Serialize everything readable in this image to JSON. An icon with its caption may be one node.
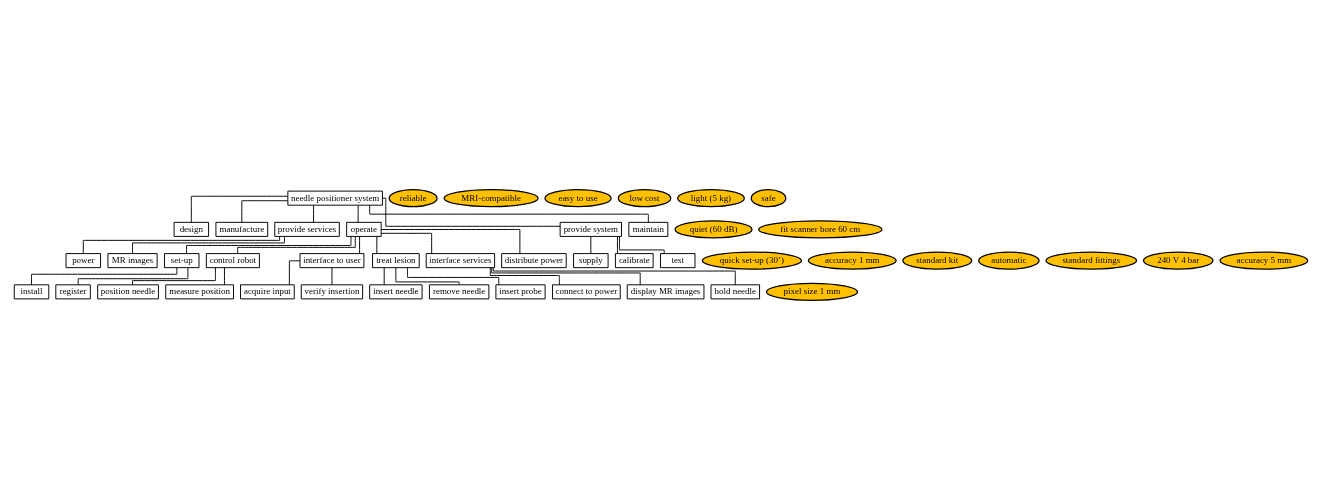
{
  "diagram": {
    "nodes": [
      {
        "text": [
          "needle positioner system"
        ]
      },
      {
        "text": [
          "reliable"
        ]
      },
      {
        "text": [
          "MRI-compatible"
        ]
      },
      {
        "text": [
          "easy to use"
        ]
      },
      {
        "text": [
          "low cost"
        ]
      },
      {
        "text": [
          "light (5 kg)"
        ]
      },
      {
        "text": [
          "safe"
        ]
      },
      {
        "text": [
          "design"
        ]
      },
      {
        "text": [
          "manufacture"
        ]
      },
      {
        "text": [
          "provide services"
        ]
      },
      {
        "text": [
          "operate"
        ]
      },
      {
        "text": [
          "provide system"
        ]
      },
      {
        "text": [
          "maintain"
        ]
      },
      {
        "text": [
          "power"
        ]
      },
      {
        "text": [
          "MR images"
        ]
      },
      {
        "text": [
          "supply"
        ]
      },
      {
        "text": [
          "quiet (60 dB)"
        ]
      },
      {
        "text": [
          "fit scanner bore 60 cm"
        ]
      },
      {
        "text": [
          "calibrate"
        ]
      },
      {
        "text": [
          "quick set-up (30’)"
        ]
      },
      {
        "text": [
          "accuracy 1 mm"
        ]
      },
      {
        "text": [
          "standard kit"
        ]
      },
      {
        "text": [
          "automatic"
        ]
      },
      {
        "text": [
          "standard fittings"
        ]
      },
      {
        "text": [
          "test"
        ]
      },
      {
        "text": [
          "240 V 4 bar"
        ]
      },
      {
        "text": [
          "set-up"
        ]
      },
      {
        "text": [
          "control robot"
        ]
      },
      {
        "text": [
          "interface to user"
        ]
      },
      {
        "text": [
          "treat lesion"
        ]
      },
      {
        "text": [
          "interface services"
        ]
      },
      {
        "text": [
          "distribute power"
        ]
      },
      {
        "text": [
          "accuracy 5 mm"
        ]
      },
      {
        "text": [
          "install"
        ]
      },
      {
        "text": [
          "register"
        ]
      },
      {
        "text": [
          "position needle"
        ]
      },
      {
        "text": [
          "measure position"
        ]
      },
      {
        "text": [
          "acquire input"
        ]
      },
      {
        "text": [
          "verify insertion"
        ]
      },
      {
        "text": [
          "insert needle"
        ]
      },
      {
        "text": [
          "remove needle"
        ]
      },
      {
        "text": [
          "insert probe"
        ]
      },
      {
        "text": [
          "connect to power"
        ]
      },
      {
        "text": [
          "display MR images"
        ]
      },
      {
        "text": [
          "pixel size 1 mm"
        ]
      },
      {
        "text": [
          "hold needle"
        ]
      }
    ],
    "edges": [
      {
        "from": 0,
        "to": 7,
        "arrow": "none"
      },
      {
        "from": 0,
        "to": 8,
        "arrow": "none"
      },
      {
        "from": 0,
        "to": 9,
        "arrow": "none"
      },
      {
        "from": 0,
        "to": 10,
        "arrow": "none"
      },
      {
        "from": 0,
        "to": 11,
        "arrow": "none"
      },
      {
        "from": 0,
        "to": 12,
        "arrow": "none"
      },
      {
        "from": 9,
        "to": 13,
        "arrow": "none"
      },
      {
        "from": 9,
        "to": 14,
        "arrow": "none"
      },
      {
        "from": 11,
        "to": 15,
        "arrow": "none"
      },
      {
        "from": 11,
        "to": 18,
        "arrow": "none"
      },
      {
        "from": 11,
        "to": 24,
        "arrow": "none"
      },
      {
        "from": 10,
        "to": 26,
        "arrow": "none"
      },
      {
        "from": 10,
        "to": 27,
        "arrow": "none"
      },
      {
        "from": 10,
        "to": 28,
        "arrow": "none"
      },
      {
        "from": 10,
        "to": 29,
        "arrow": "none"
      },
      {
        "from": 10,
        "to": 30,
        "arrow": "none"
      },
      {
        "from": 10,
        "to": 31,
        "arrow": "none"
      },
      {
        "from": 26,
        "to": 33,
        "arrow": "none"
      },
      {
        "from": 26,
        "to": 34,
        "arrow": "none"
      },
      {
        "from": 27,
        "to": 35,
        "arrow": "none"
      },
      {
        "from": 27,
        "to": 36,
        "arrow": "none"
      },
      {
        "from": 28,
        "to": 37,
        "arrow": "none"
      },
      {
        "from": 28,
        "to": 38,
        "arrow": "none"
      },
      {
        "from": 29,
        "to": 39,
        "arrow": "none"
      },
      {
        "from": 29,
        "to": 40,
        "arrow": "none"
      },
      {
        "from": 29,
        "to": 41,
        "arrow": "none"
      },
      {
        "from": 30,
        "to": 42,
        "arrow": "none"
      },
      {
        "from": 30,
        "to": 43,
        "arrow": "none"
      },
      {
        "from": 30,
        "to": 45,
        "arrow": "none"
      }
    ]
  }
}
